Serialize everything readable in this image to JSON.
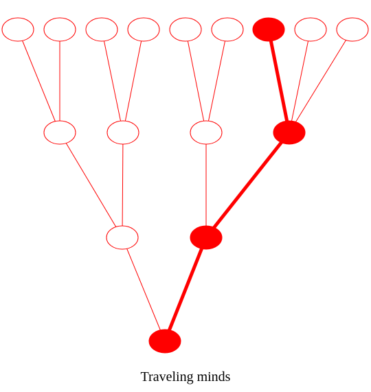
{
  "caption": "Traveling minds",
  "colors": {
    "stroke": "#ff0000",
    "highlight": "#ff0000",
    "node_fill": "#ffffff",
    "background": "#ffffff",
    "caption_text": "#000000"
  },
  "tree": {
    "nodes": [
      {
        "id": "root",
        "level": 0,
        "highlighted": true
      },
      {
        "id": "m1",
        "level": 1,
        "highlighted": false
      },
      {
        "id": "m2",
        "level": 1,
        "highlighted": true
      },
      {
        "id": "u1",
        "level": 2,
        "highlighted": false
      },
      {
        "id": "u2",
        "level": 2,
        "highlighted": false
      },
      {
        "id": "u3",
        "level": 2,
        "highlighted": false
      },
      {
        "id": "u4",
        "level": 2,
        "highlighted": true
      },
      {
        "id": "l1",
        "level": 3,
        "highlighted": false
      },
      {
        "id": "l2",
        "level": 3,
        "highlighted": false
      },
      {
        "id": "l3",
        "level": 3,
        "highlighted": false
      },
      {
        "id": "l4",
        "level": 3,
        "highlighted": false
      },
      {
        "id": "l5",
        "level": 3,
        "highlighted": false
      },
      {
        "id": "l6",
        "level": 3,
        "highlighted": false
      },
      {
        "id": "l7",
        "level": 3,
        "highlighted": true
      },
      {
        "id": "l8",
        "level": 3,
        "highlighted": false
      },
      {
        "id": "l9",
        "level": 3,
        "highlighted": false
      }
    ],
    "edges": [
      {
        "from": "root",
        "to": "m1",
        "highlighted": false
      },
      {
        "from": "root",
        "to": "m2",
        "highlighted": true
      },
      {
        "from": "m1",
        "to": "u1",
        "highlighted": false
      },
      {
        "from": "m1",
        "to": "u2",
        "highlighted": false
      },
      {
        "from": "m2",
        "to": "u3",
        "highlighted": false
      },
      {
        "from": "m2",
        "to": "u4",
        "highlighted": true
      },
      {
        "from": "u1",
        "to": "l1",
        "highlighted": false
      },
      {
        "from": "u1",
        "to": "l2",
        "highlighted": false
      },
      {
        "from": "u2",
        "to": "l3",
        "highlighted": false
      },
      {
        "from": "u2",
        "to": "l4",
        "highlighted": false
      },
      {
        "from": "u3",
        "to": "l5",
        "highlighted": false
      },
      {
        "from": "u3",
        "to": "l6",
        "highlighted": false
      },
      {
        "from": "u4",
        "to": "l7",
        "highlighted": true
      },
      {
        "from": "u4",
        "to": "l8",
        "highlighted": false
      },
      {
        "from": "u4",
        "to": "l9",
        "highlighted": false
      }
    ]
  }
}
